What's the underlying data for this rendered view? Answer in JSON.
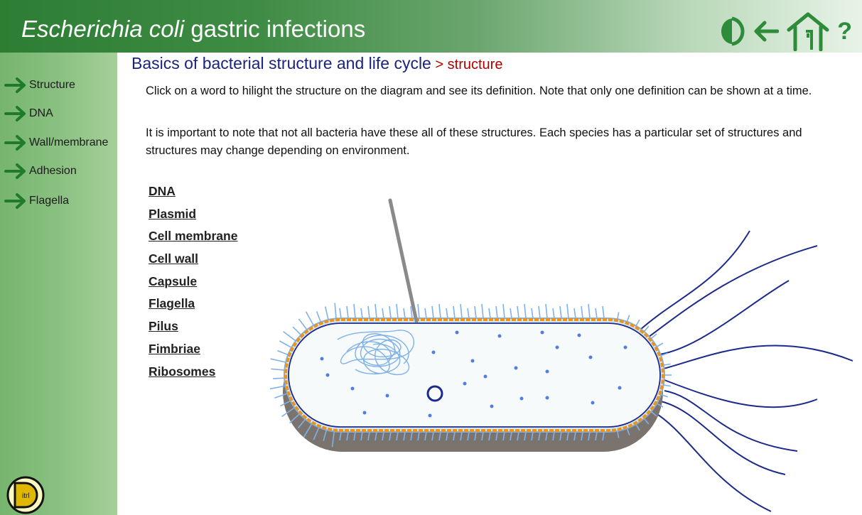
{
  "header": {
    "title_italic": "Escherichia coli",
    "title_rest": " gastric infections",
    "icons": [
      "audio-icon",
      "back-arrow-icon",
      "home-icon",
      "help-icon"
    ],
    "help_label": "?"
  },
  "sidebar": {
    "items": [
      {
        "label": "Structure"
      },
      {
        "label": "DNA"
      },
      {
        "label": "Wall/membrane"
      },
      {
        "label": "Adhesion"
      },
      {
        "label": "Flagella"
      }
    ],
    "logo_text": "itrl"
  },
  "main": {
    "heading": "Basics of bacterial structure and life cycle",
    "breadcrumb": " > structure",
    "paragraph1": "Click on a word to hilight the structure on the diagram and see its definition.  Note that only one definition can be shown at a time.",
    "paragraph2": "It is important to note that not all bacteria have these all of these structures.  Each species has a particular set of structures and structures may change depending on environment.",
    "structure_links": [
      "DNA",
      "Plasmid",
      "Cell membrane",
      "Cell wall",
      "Capsule",
      "Flagella",
      "Pilus",
      "Fimbriae",
      "Ribosomes"
    ]
  },
  "colors": {
    "header_green": "#2d7d34",
    "icon_green": "#2e8b3a",
    "heading_blue": "#1a237e",
    "breadcrumb_red": "#b00000",
    "flagella_navy": "#1c2a8c",
    "fimbriae_blue": "#7fb1e6",
    "membrane_orange": "#e8941e",
    "cell_wall_gray": "#7b746e"
  }
}
